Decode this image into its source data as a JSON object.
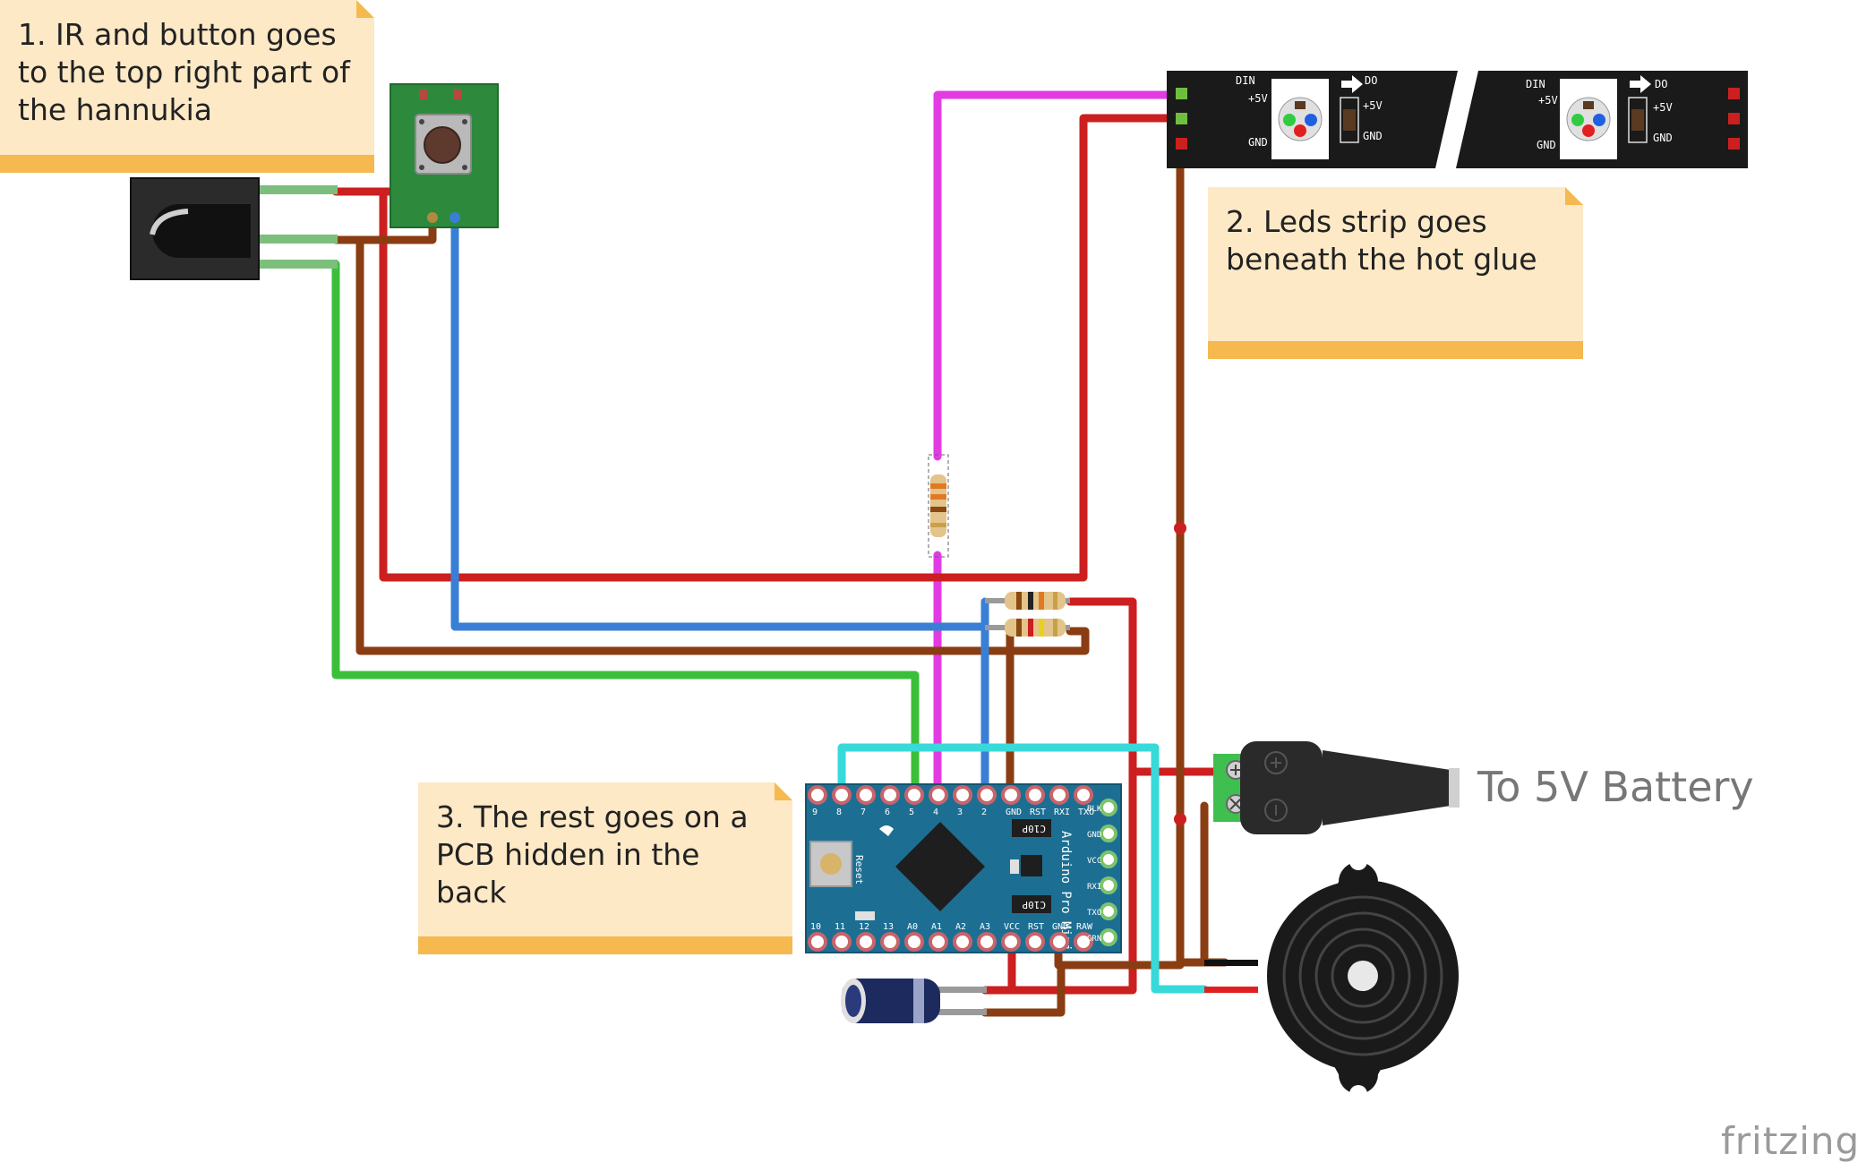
{
  "notes": [
    {
      "text": "1. IR and button goes to the top right part of the hannukia"
    },
    {
      "text": "2. Leds strip goes beneath the hot glue"
    },
    {
      "text": "3. The rest goes on a PCB hidden in the back"
    }
  ],
  "battery_label": "To 5V Battery",
  "brand": "fritzing",
  "led_strip": {
    "din": "DIN",
    "plus5v": "+5V",
    "gnd": "GND",
    "do": "DO"
  },
  "arduino": {
    "top_pins": [
      "9",
      "8",
      "7",
      "6",
      "5",
      "4",
      "3",
      "2",
      "GND",
      "RST",
      "RXI",
      "TXO"
    ],
    "bottom_pins": [
      "10",
      "11",
      "12",
      "13",
      "A0",
      "A1",
      "A2",
      "A3",
      "VCC",
      "RST",
      "GND",
      "RAW"
    ],
    "side_pins": [
      "BLK",
      "GND",
      "VCC",
      "RXI",
      "TXO",
      "GRN"
    ],
    "reset_label": "Reset",
    "board_name": "Arduino Pro Mini",
    "cap_label": "C10P"
  },
  "colors": {
    "red": "#cc1f1f",
    "brown": "#8a3d12",
    "blue": "#3a7fd6",
    "green": "#3bbf3b",
    "magenta": "#e23be3",
    "cyan": "#38d9d9",
    "board": "#1c6f93",
    "strip": "#1a1a1a"
  }
}
